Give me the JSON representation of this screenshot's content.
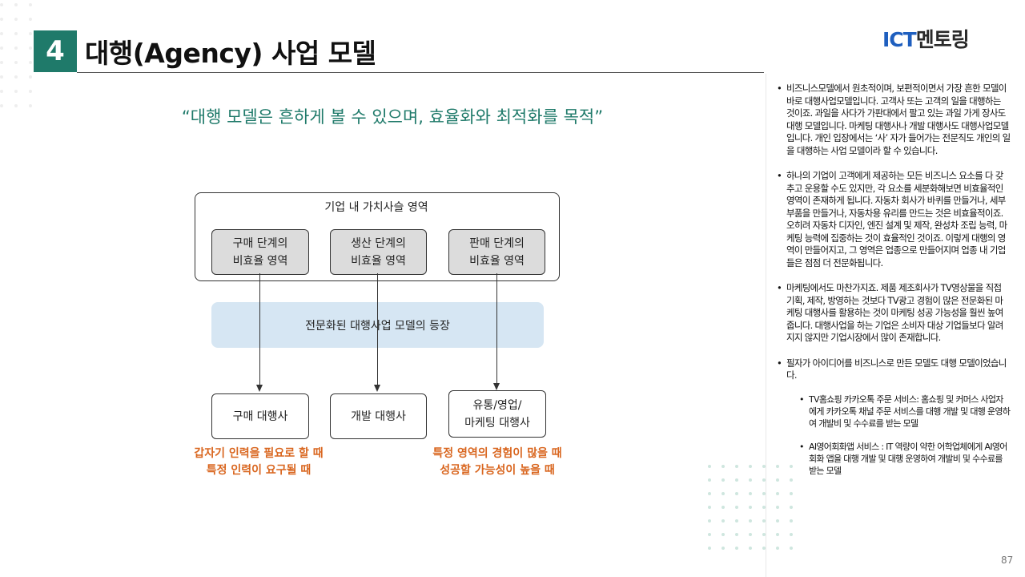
{
  "header": {
    "section_number": "4",
    "title": "대행(Agency) 사업 모델",
    "logo_ict": "ICT",
    "logo_mentoring": "멘토링"
  },
  "quote": "“대행 모델은 흔하게 볼 수 있으며, 효율화와 최적화를 목적”",
  "diagram": {
    "outer_label": "기업 내 가치사슬 영역",
    "inefficiency_boxes": [
      "구매 단계의\n비효율 영역",
      "생산 단계의\n비효율 영역",
      "판매 단계의\n비효율 영역"
    ],
    "band_label": "전문화된 대행사업 모델의 등장",
    "agency_boxes": [
      "구매 대행사",
      "개발 대행사",
      "유통/영업/\n마케팅 대행사"
    ],
    "note_left": "갑자기 인력을 필요로 할 때\n특정 인력이 요구될 때",
    "note_right": "특정 영역의 경험이 많을 때\n성공할 가능성이 높을 때"
  },
  "right_panel": {
    "bullets": [
      "비즈니스모델에서 원초적이며, 보편적이면서 가장 흔한 모델이 바로 대행사업모델입니다. 고객사 또는 고객의 일을 대행하는 것이죠. 과일을 사다가 가판대에서 팔고 있는 과일 가게 장사도 대행 모델입니다. 마케팅 대행사나 개발 대행사도 대행사업모델입니다. 개인 입장에서는 ‘사’ 자가 들어가는 전문직도 개인의 일을 대행하는 사업 모델이라 할 수 있습니다.",
      "하나의 기업이 고객에게 제공하는 모든 비즈니스 요소를 다 갖추고 운용할 수도 있지만, 각 요소를 세분화해보면 비효율적인 영역이 존재하게 됩니다. 자동차 회사가 바퀴를 만들거나, 세부 부품을 만들거나, 자동차용 유리를 만드는 것은 비효율적이죠. 오히려 자동차 디자인, 엔진 설계 및 제작, 완성차 조립 능력, 마케팅 능력에 집중하는 것이 효율적인 것이죠. 이렇게 대행의 영역이 만들어지고, 그 영역은 업종으로 만들어지며 업종 내 기업들은 점점 더 전문화됩니다.",
      "마케팅에서도 마찬가지죠. 제품 제조회사가 TV영상물을 직접 기획, 제작, 방영하는 것보다 TV광고 경험이 많은 전문화된 마케팅 대행사를 활용하는 것이 마케팅 성공 가능성을 훨씬 높여줍니다. 대행사업을 하는 기업은 소비자 대상 기업들보다 알려지지 않지만 기업시장에서 많이 존재합니다.",
      "필자가 아이디어를 비즈니스로 만든 모델도 대행 모델이었습니다."
    ],
    "sub_bullets": [
      "TV홈쇼핑 카카오톡 주문 서비스: 홈쇼핑 및 커머스 사업자에게 카카오톡 채널 주문 서비스를 대행 개발 및 대행 운영하여 개발비 및 수수료를 받는 모델",
      "AI영어회화앱 서비스 : IT 역량이 약한 어학업체에게 AI영어회화 앱을 대행 개발 및 대행 운영하여 개발비 및 수수료를 받는 모델"
    ]
  },
  "page_number": "87",
  "colors": {
    "accent": "#1f7a6a",
    "orange": "#d9661f",
    "band": "#d6e6f3",
    "logo_blue": "#1f5fbf"
  }
}
